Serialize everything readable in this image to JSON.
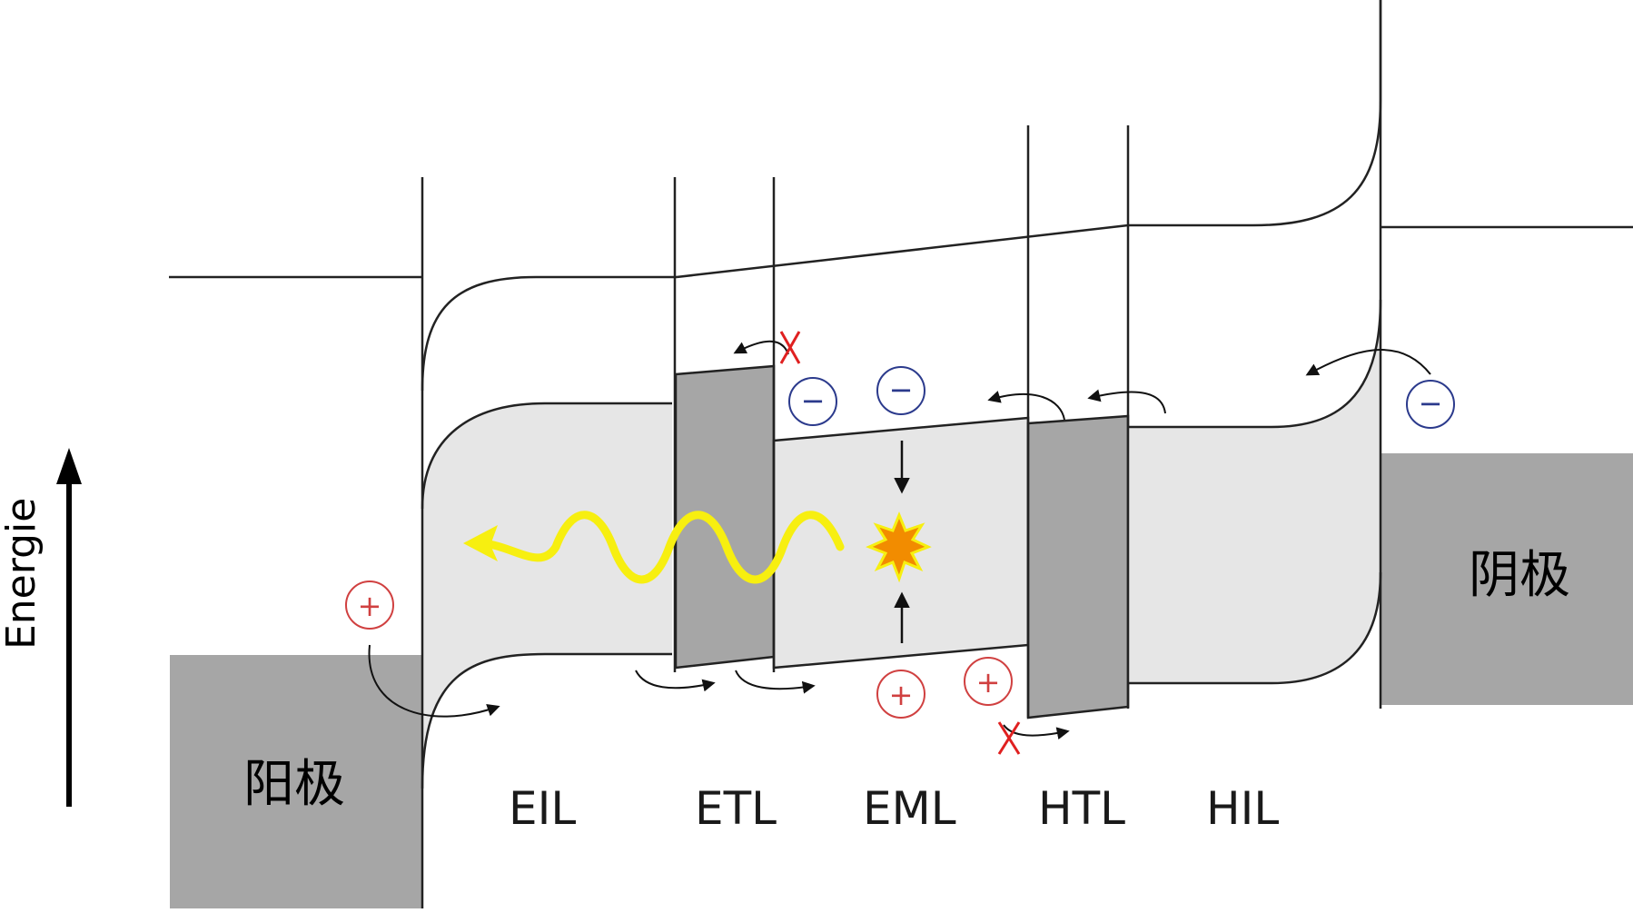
{
  "axis": {
    "label": "Energie"
  },
  "electrodes": {
    "anode": {
      "label": "阳极"
    },
    "cathode": {
      "label": "阴极"
    }
  },
  "layers": [
    {
      "id": "eil",
      "label": "EIL"
    },
    {
      "id": "etl",
      "label": "ETL"
    },
    {
      "id": "eml",
      "label": "EML"
    },
    {
      "id": "htl",
      "label": "HTL"
    },
    {
      "id": "hil",
      "label": "HIL"
    }
  ],
  "charges": {
    "electron_symbol": "−",
    "hole_symbol": "+"
  },
  "colors": {
    "electrode": "#a6a6a6",
    "band_light": "#e6e6e6",
    "band_dark": "#a6a6a6",
    "electron": "#2b3a8c",
    "hole": "#d04040",
    "blocked": "#e02020",
    "photon": "#f7ef10",
    "emission": "#f28c00",
    "line": "#222222"
  }
}
